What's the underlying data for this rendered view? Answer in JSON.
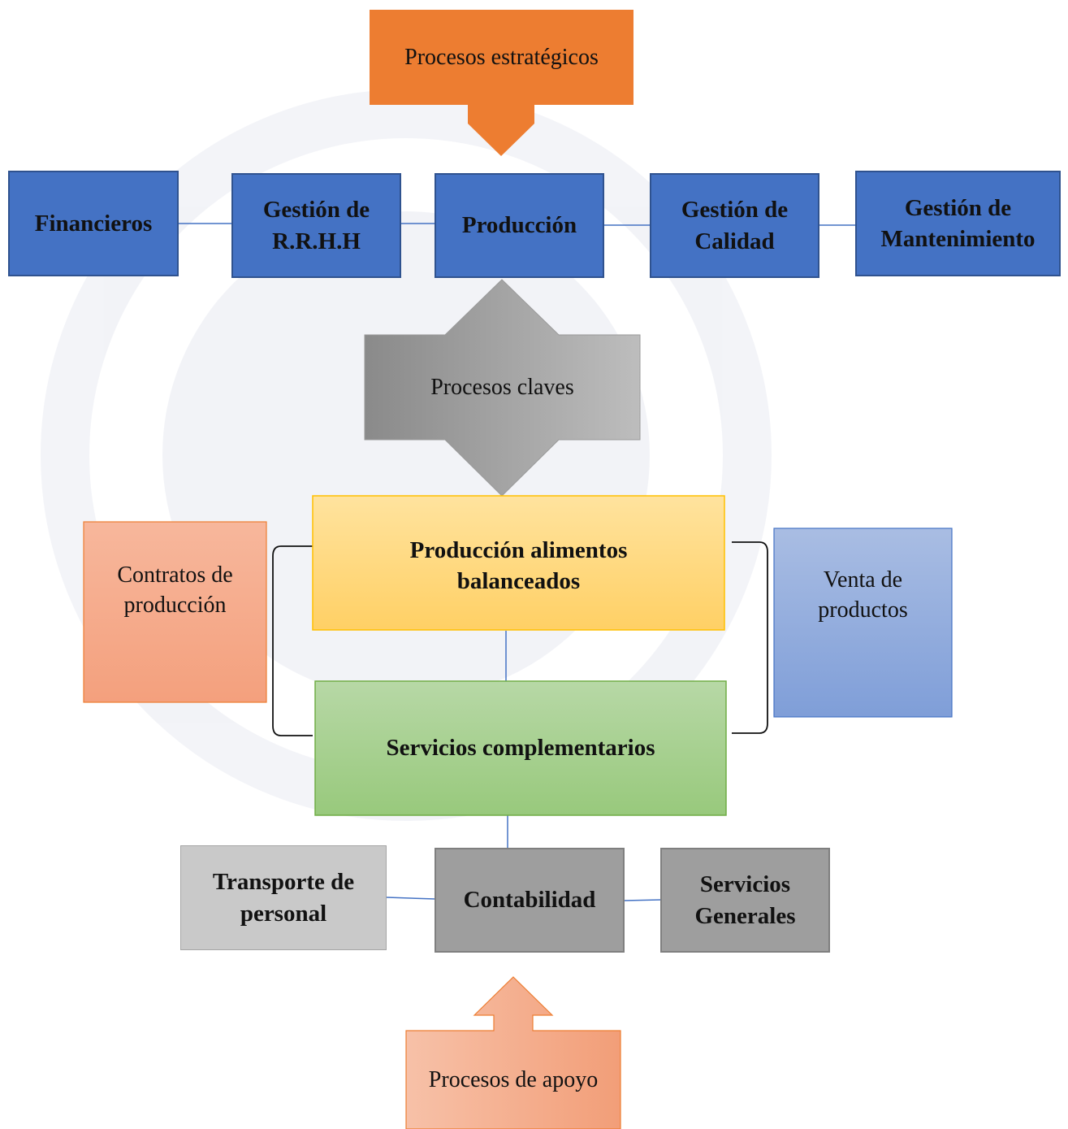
{
  "strategic": {
    "header": "Procesos estratégicos",
    "nodes": [
      "Financieros",
      "Gestión de\nR.R.H.H",
      "Producción",
      "Gestión de\nCalidad",
      "Gestión de\nMantenimiento"
    ]
  },
  "key": {
    "header": "Procesos claves",
    "production": "Producción alimentos\nbalanceados",
    "services": "Servicios complementarios",
    "contracts": "Contratos de\nproducción",
    "sales": "Venta de\nproductos"
  },
  "support": {
    "header": "Procesos de apoyo",
    "nodes": [
      "Transporte de\npersonal",
      "Contabilidad",
      "Servicios\nGenerales"
    ]
  },
  "colors": {
    "strategic_arrow": "#ed7d31",
    "blue": "#4472c4",
    "gray_arrow": "#a5a5a5",
    "production_yellow": "#ffd97a",
    "services_green": "#a9d18e",
    "contracts_orange": "#f4a582",
    "sales_blue": "#8faadc",
    "support_arrow": "#f4a582",
    "connector": "#4472c4"
  }
}
